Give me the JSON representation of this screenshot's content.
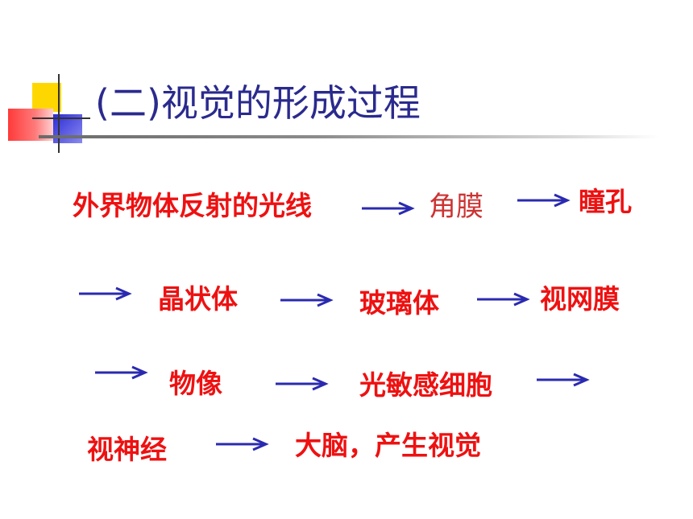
{
  "slide": {
    "title": "(二)视觉的形成过程",
    "steps": {
      "light": "外界物体反射的光线",
      "cornea": "角膜",
      "pupil": "瞳孔",
      "lens": "晶状体",
      "vitreous": "玻璃体",
      "retina": "视网膜",
      "image": "物像",
      "photoreceptor": "光敏感细胞",
      "optic_nerve": "视神经",
      "brain": "大脑，产生视觉"
    }
  },
  "colors": {
    "title": "#2a2a8e",
    "step_text": "#ee1111",
    "arrow": "#2a2ab0",
    "deco_yellow": "#ffd700",
    "deco_blue": "#2b2bd6",
    "deco_red": "#ff4b4b"
  }
}
